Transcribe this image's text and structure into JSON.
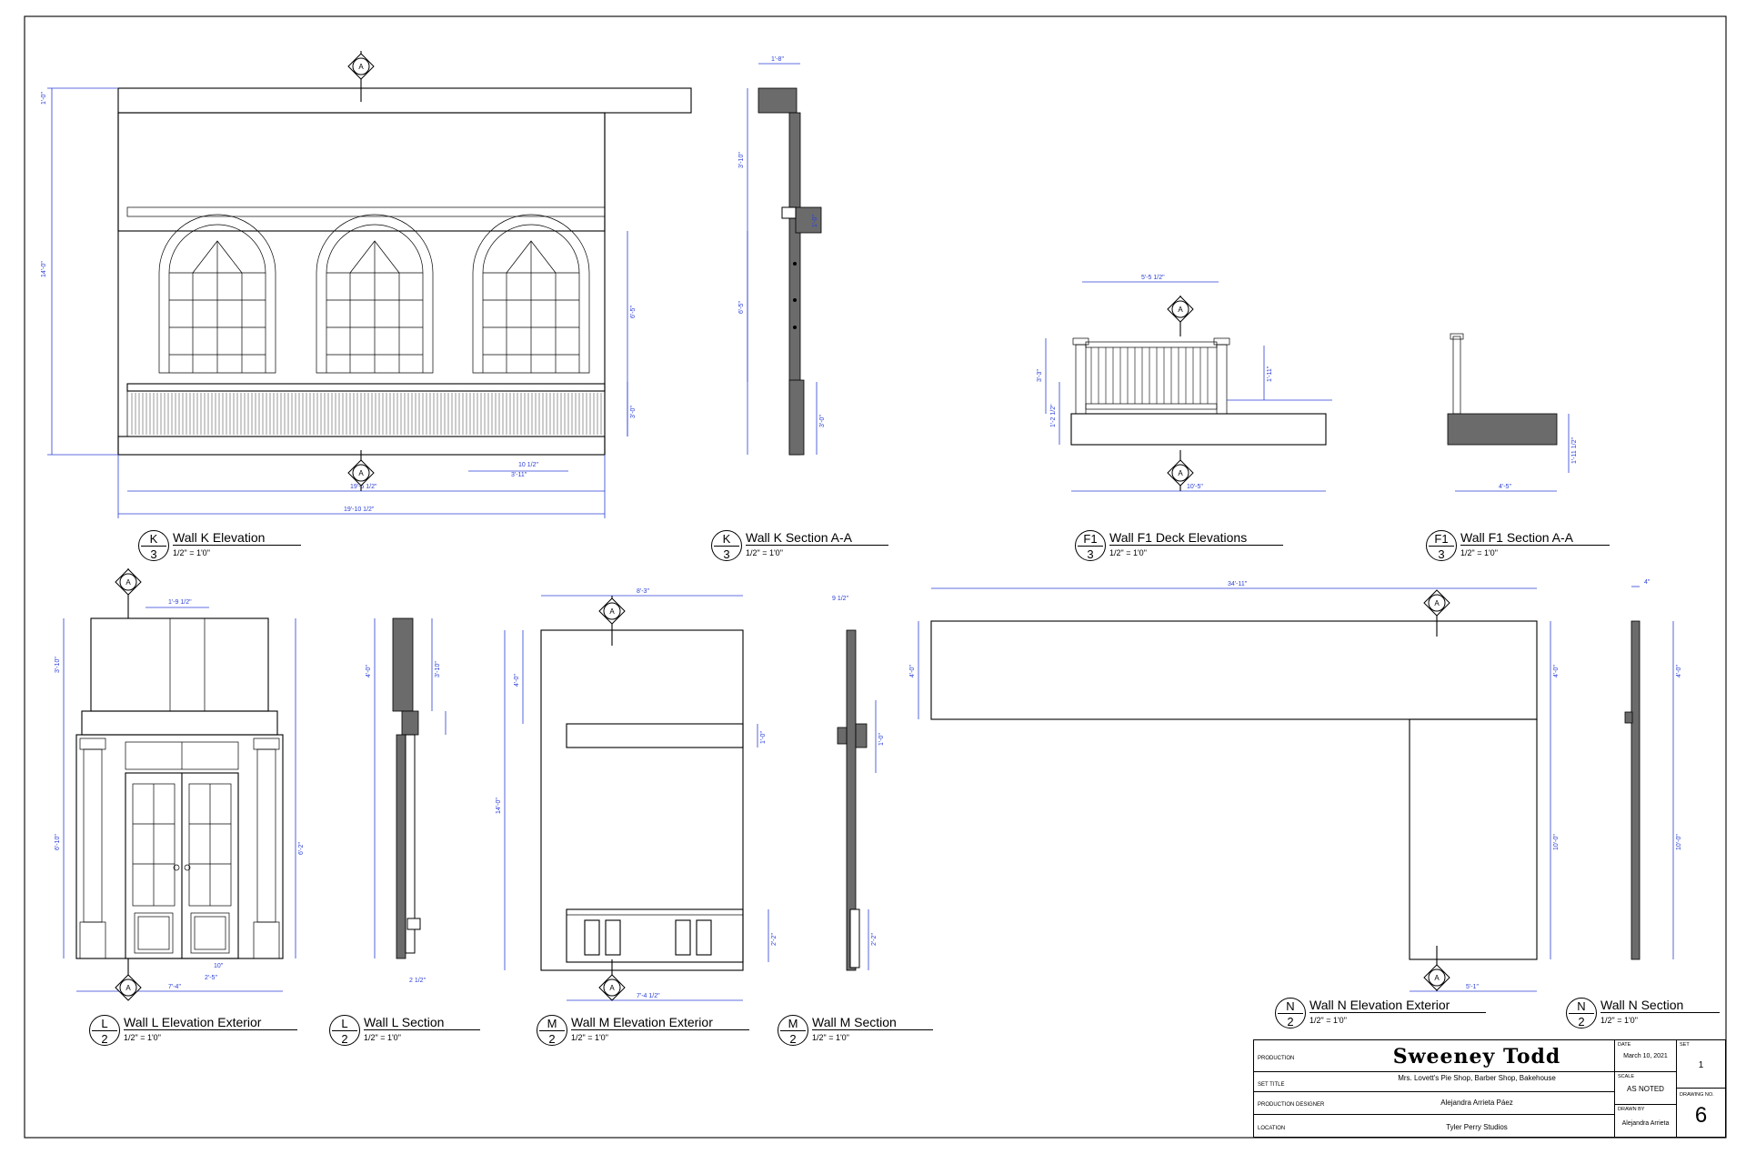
{
  "sheet": {
    "views": [
      {
        "id": "k-elev",
        "letter": "K",
        "number": "3",
        "title": "Wall K Elevation",
        "scale": "1/2\" = 1'0\""
      },
      {
        "id": "k-sec",
        "letter": "K",
        "number": "3",
        "title": "Wall K Section A-A",
        "scale": "1/2\" = 1'0\""
      },
      {
        "id": "f1-elev",
        "letter": "F1",
        "number": "3",
        "title": "Wall F1 Deck  Elevations",
        "scale": "1/2\" = 1'0\""
      },
      {
        "id": "f1-sec",
        "letter": "F1",
        "number": "3",
        "title": "Wall F1 Section A-A",
        "scale": "1/2\" = 1'0\""
      },
      {
        "id": "l-elev",
        "letter": "L",
        "number": "2",
        "title": "Wall L Elevation Exterior",
        "scale": "1/2\" = 1'0\""
      },
      {
        "id": "l-sec",
        "letter": "L",
        "number": "2",
        "title": "Wall L Section",
        "scale": "1/2\" = 1'0\""
      },
      {
        "id": "m-elev",
        "letter": "M",
        "number": "2",
        "title": "Wall M Elevation Exterior",
        "scale": "1/2\" = 1'0\""
      },
      {
        "id": "m-sec",
        "letter": "M",
        "number": "2",
        "title": "Wall M Section",
        "scale": "1/2\" = 1'0\""
      },
      {
        "id": "n-elev",
        "letter": "N",
        "number": "2",
        "title": "Wall N Elevation Exterior",
        "scale": "1/2\" = 1'0\""
      },
      {
        "id": "n-sec",
        "letter": "N",
        "number": "2",
        "title": "Wall N Section",
        "scale": "1/2\" = 1'0\""
      }
    ],
    "section_marker": "A",
    "dims": {
      "k_height": "14'-0\"",
      "k_top": "1'-0\"",
      "k_width_inner": "19'-5 1/2\"",
      "k_width_outer": "19'-10 1/2\"",
      "k_dim_a": "10 1/2\"",
      "k_dim_b": "3'-11\"",
      "k_side_a": "6'-5\"",
      "k_side_b": "3'-0\"",
      "ks_top": "1'-8\"",
      "ks_a": "3'-10\"",
      "ks_b": "6'-5\"",
      "ks_c": "3'-0\"",
      "ks_d": "1'-0\"",
      "f1_width": "5'-5 1/2\"",
      "f1_base": "10'-5\"",
      "f1_h": "3'-3\"",
      "f1_h2": "1'-2 1/2\"",
      "f1_r": "1'-11\"",
      "f1s_w": "4'-5\"",
      "f1s_h": "1'-11 1/2\"",
      "l_top": "1'-9 1/2\"",
      "l_h1": "3'-10\"",
      "l_h2": "6'-10\"",
      "l_h3": "6'-2\"",
      "l_w": "7'-4\"",
      "l_a": "10\"",
      "l_b": "2'-5\"",
      "ls_a": "4'-0\"",
      "ls_b": "3'-10\"",
      "ls_c": "2 1/2\"",
      "m_w": "8'-3\"",
      "m_h": "14'-0\"",
      "m_a": "4'-0\"",
      "m_b": "1'-0\"",
      "m_base": "7'-4 1/2\"",
      "m_c": "2'-2\"",
      "ms_top": "9 1/2\"",
      "ms_a": "1'-0\"",
      "ms_b": "2'-2\"",
      "n_w": "34'-11\"",
      "n_a": "4'-0\"",
      "n_b": "10'-0\"",
      "n_c": "5'-1\"",
      "ns_a": "4\"",
      "ns_b": "4'-0\"",
      "ns_c": "10'-0\""
    }
  },
  "titleblock": {
    "production_key": "PRODUCTION",
    "production": "Sweeney  Todd",
    "set_title_key": "SET TITLE",
    "set_title": "Mrs. Lovett's Pie Shop, Barber Shop, Bakehouse",
    "designer_key": "PRODUCTION DESIGNER",
    "designer": "Alejandra Arrieta Páez",
    "location_key": "LOCATION",
    "location": "Tyler Perry Studios",
    "date_key": "DATE",
    "date": "March 10, 2021",
    "set_key": "SET",
    "set": "1",
    "scale_key": "SCALE",
    "scale": "AS NOTED",
    "drawn_key": "DRAWN BY",
    "drawn": "Alejandra Arrieta",
    "drawing_no_key": "DRAWING NO.",
    "drawing_no": "6"
  }
}
